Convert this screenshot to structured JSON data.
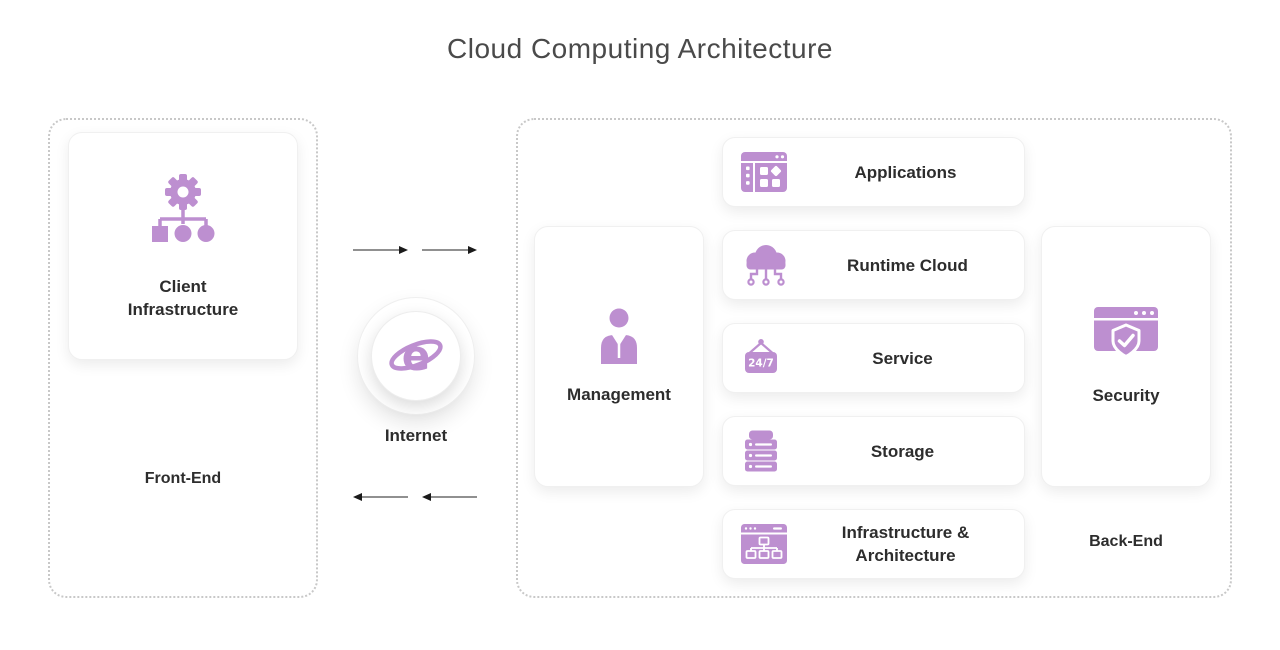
{
  "title": "Cloud Computing Architecture",
  "colors": {
    "accent": "#bd8fd0",
    "textDark": "#2d2d2d",
    "dottedBorder": "#c8c8c8",
    "arrowLine": "#6b6b6b",
    "arrowHead": "#1a1a1a"
  },
  "front_end": {
    "group_label": "Front-End",
    "client_card": {
      "label": "Client Infrastructure",
      "icon": "sitemap-gear-icon"
    }
  },
  "internet": {
    "label": "Internet",
    "icon": "internet-explorer-icon",
    "icon_glyph": "e"
  },
  "back_end": {
    "group_label": "Back-End",
    "management_card": {
      "label": "Management",
      "icon": "person-icon"
    },
    "security_card": {
      "label": "Security",
      "icon": "shield-check-browser-icon"
    },
    "service_cards": [
      {
        "label": "Applications",
        "icon": "app-window-grid-icon"
      },
      {
        "label": "Runtime Cloud",
        "icon": "cloud-circuit-icon"
      },
      {
        "label": "Service",
        "icon": "24-7-sign-icon",
        "icon_text": "24/7"
      },
      {
        "label": "Storage",
        "icon": "server-stack-icon"
      },
      {
        "label": "Infrastructure & Architecture",
        "icon": "flowchart-window-icon"
      }
    ]
  }
}
